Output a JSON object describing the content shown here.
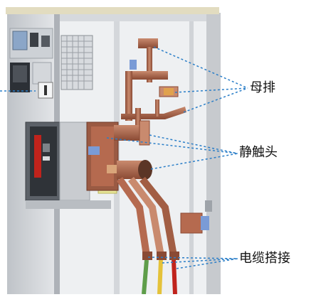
{
  "labels": {
    "busbar": "母排",
    "static_contact": "静触头",
    "cable_connection": "电缆搭接"
  },
  "colors": {
    "copper": "#b56a4f",
    "copper_dark": "#8a4a34",
    "cabinet_gray": "#cfd2d6",
    "panel_light": "#e9ebee",
    "leader_blue": "#2a7ec8",
    "accent_red": "#c0231c",
    "insulator_blue": "#7a9bd6",
    "label_yellow": "#e9e89a"
  }
}
